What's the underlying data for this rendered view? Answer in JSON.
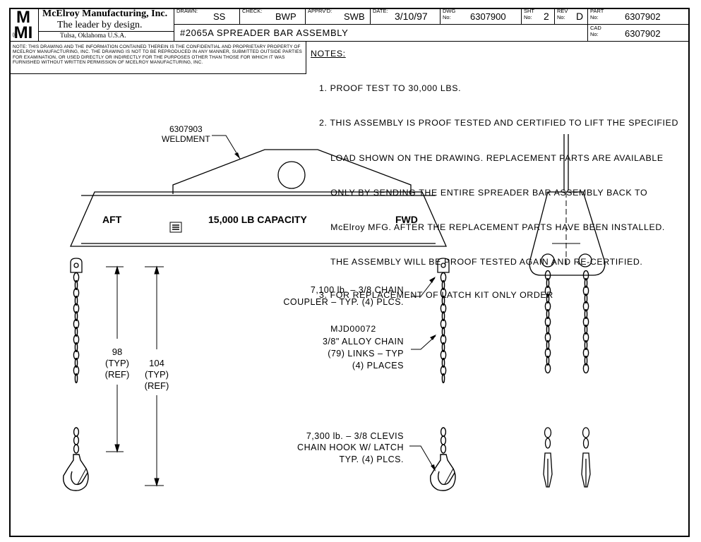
{
  "company": {
    "logo_letters": "MMI",
    "name": "McElroy Manufacturing, Inc.",
    "tagline": "The leader by design.",
    "location": "Tulsa, Oklahoma U.S.A.",
    "registered_mark": "®"
  },
  "title_block": {
    "drawn_label": "DRAWN:",
    "drawn": "SS",
    "check_label": "CHECK:",
    "check": "BWP",
    "apprvd_label": "APPRV'D:",
    "apprvd": "SWB",
    "date_label": "DATE:",
    "date": "3/10/97",
    "dwg_label_1": "DWG",
    "dwg_label_2": "No:",
    "dwg": "6307900",
    "sht_label_1": "SHT",
    "sht_label_2": "No:",
    "sht": "2",
    "rev_label_1": "REV",
    "rev_label_2": "No:",
    "rev": "D",
    "part_label_1": "PART",
    "part_label_2": "No:",
    "part": "6307902",
    "cad_label_1": "CAD",
    "cad_label_2": "No:",
    "cad": "6307902",
    "title": "#2065A SPREADER BAR ASSEMBLY"
  },
  "confidential_notice": "NOTE: THIS DRAWING AND THE INFORMATION CONTAINED THEREIN IS THE CONFIDENTIAL AND PROPRIETARY PROPERTY OF McElroy Manufacturing, Inc. THE DRAWING IS NOT TO BE REPRODUCED IN ANY MANNER, SUBMITTED OUTSIDE PARTIES FOR EXAMINATION, OR USED DIRECTLY OR INDIRECTLY FOR THE PURPOSES OTHER THAN THOSE FOR WHICH IT WAS FURNISHED WITHOUT WRITTEN PERMISSION OF McElroy Manufacturing, Inc.",
  "notes": {
    "heading": "NOTES:",
    "lines": [
      "1. PROOF TEST TO 30,000 LBS.",
      "2. THIS ASSEMBLY IS PROOF TESTED AND CERTIFIED TO LIFT THE SPECIFIED",
      "    LOAD SHOWN ON THE DRAWING. REPLACEMENT PARTS ARE AVAILABLE",
      "    ONLY BY SENDING THE ENTIRE SPREADER BAR ASSEMBLY BACK TO",
      "    McElroy MFG. AFTER THE REPLACEMENT PARTS HAVE BEEN INSTALLED.",
      "    THE ASSEMBLY WILL BE PROOF TESTED AGAIN AND RE-CERTIFIED.",
      "3. FOR REPLACEMENT OF LATCH KIT ONLY ORDER",
      "    MJD00072"
    ]
  },
  "drawing": {
    "bar_labels": {
      "aft": "AFT",
      "capacity": "15,000 LB CAPACITY",
      "fwd": "FWD"
    },
    "weldment_callout": {
      "part": "6307903",
      "name": "WELDMENT"
    },
    "coupler_callout": [
      "7,100 lb. – 3/8 CHAIN",
      "COUPLER – TYP. (4) PLCS."
    ],
    "chain_callout": [
      "3/8\" ALLOY CHAIN",
      "(79) LINKS – TYP",
      "(4) PLACES"
    ],
    "hook_callout": [
      "7,300 lb. – 3/8 CLEVIS",
      "CHAIN HOOK W/ LATCH",
      "TYP. (4) PLCS."
    ],
    "dim_98": [
      "98",
      "(TYP)",
      "(REF)"
    ],
    "dim_104": [
      "104",
      "(TYP)",
      "(REF)"
    ]
  }
}
